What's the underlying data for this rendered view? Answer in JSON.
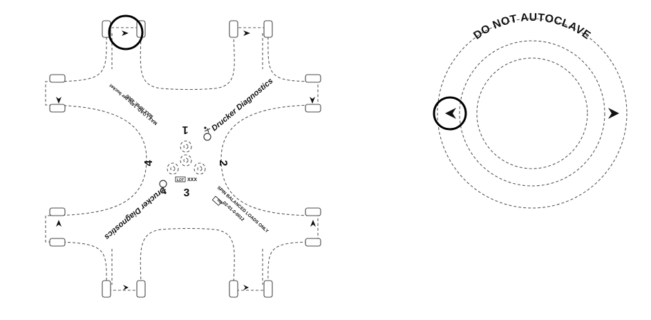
{
  "rotor": {
    "position_labels": [
      "1",
      "2",
      "3",
      "4"
    ],
    "brand_text": "Drucker Diagnostics",
    "max_load_text": "MAX LOAD: 140g per bucket",
    "max_rpm_text": "MAX RPM: 4000",
    "lot_box_text": "LOT",
    "lot_value_text": "XXX",
    "spin_text": "SPIN BALANCED LOADS ONLY",
    "ref_box_text": "REF",
    "part_number_text": "02-01-0-0012"
  },
  "lid": {
    "warning_text": "DO NOT AUTOCLAVE"
  }
}
